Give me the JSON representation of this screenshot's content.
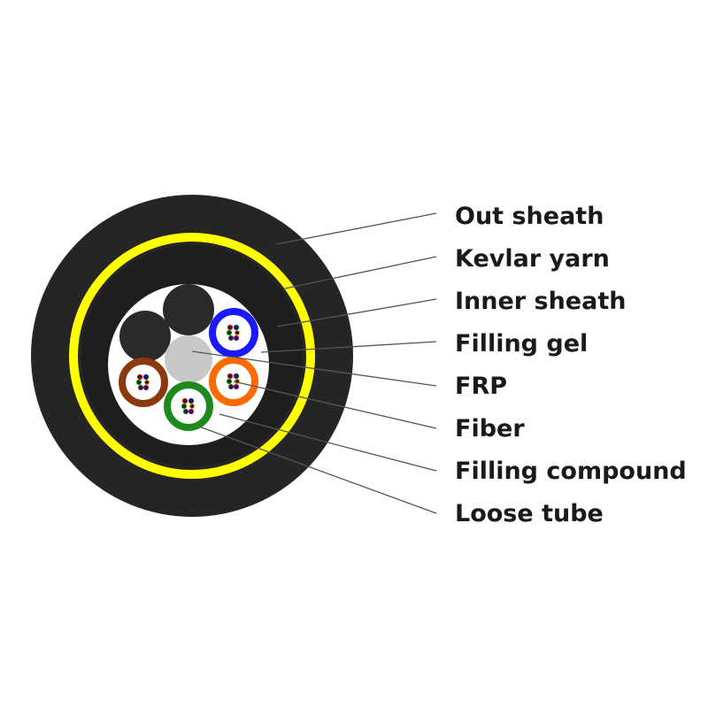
{
  "colors": {
    "outer_sheath": "#252525",
    "kevlar_ring": "#ffff00",
    "inner_sheath": "#1e1e1e",
    "filling_gel": "#ffffff",
    "frp": "#c8c8c8",
    "filler_rod": "#2a2a2a",
    "leader_line": "#555555",
    "label_text": "#1a1a1a"
  },
  "labels": [
    {
      "text": "Out sheath"
    },
    {
      "text": "Kevlar yarn"
    },
    {
      "text": "Inner sheath"
    },
    {
      "text": "Filling gel"
    },
    {
      "text": "FRP"
    },
    {
      "text": "Fiber"
    },
    {
      "text": "Filling compound"
    },
    {
      "text": "Loose tube"
    }
  ],
  "tubes": [
    {
      "name": "blue-loose-tube",
      "color": "#1a1aff"
    },
    {
      "name": "orange-loose-tube",
      "color": "#ff6a00"
    },
    {
      "name": "green-loose-tube",
      "color": "#1e8a1e"
    },
    {
      "name": "brown-loose-tube",
      "color": "#8b3a0f"
    }
  ]
}
